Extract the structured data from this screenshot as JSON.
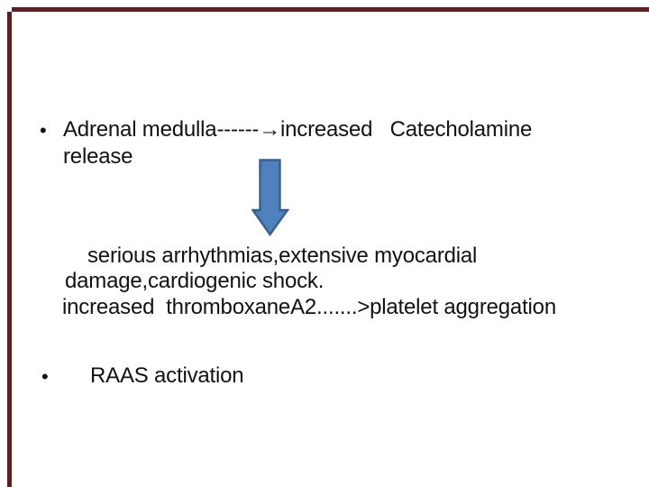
{
  "colors": {
    "background": "#ffffff",
    "frame_border": "#5b2127",
    "text": "#121212",
    "arrow_fill": "#4f81bd",
    "arrow_stroke": "#3a5f8d"
  },
  "bullet1": {
    "marker": "•",
    "line1": "Adrenal medulla------→increased   Catecholamine",
    "line2": "release"
  },
  "arrow": {
    "name": "down-block-arrow"
  },
  "paragraph": {
    "line1": "serious arrhythmias,extensive myocardial",
    "line2": "damage,cardiogenic shock.",
    "line3": "increased  thromboxaneA2.......>platelet aggregation"
  },
  "bullet2": {
    "marker": "•",
    "label": "RAAS activation"
  }
}
